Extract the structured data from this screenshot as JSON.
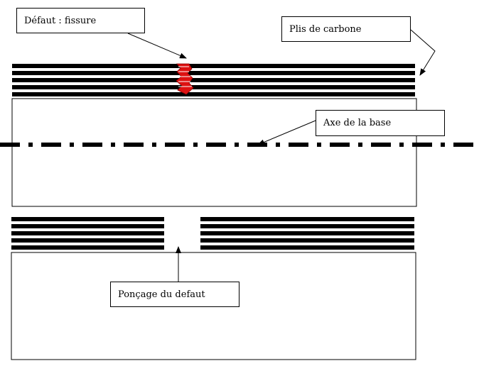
{
  "labels": {
    "defect": "Défaut : fissure",
    "plies": "Plis de carbone",
    "axis": "Axe de la base",
    "sanding": "Ponçage du defaut"
  },
  "colors": {
    "line": "#000000",
    "crack": "#dd1111",
    "background": "#ffffff"
  },
  "top_assembly": {
    "ply_count": 5,
    "features": [
      "crack-defect",
      "axis-dash-dot-line"
    ]
  },
  "bottom_assembly": {
    "ply_count": 5,
    "features": [
      "sanded-gap"
    ]
  }
}
